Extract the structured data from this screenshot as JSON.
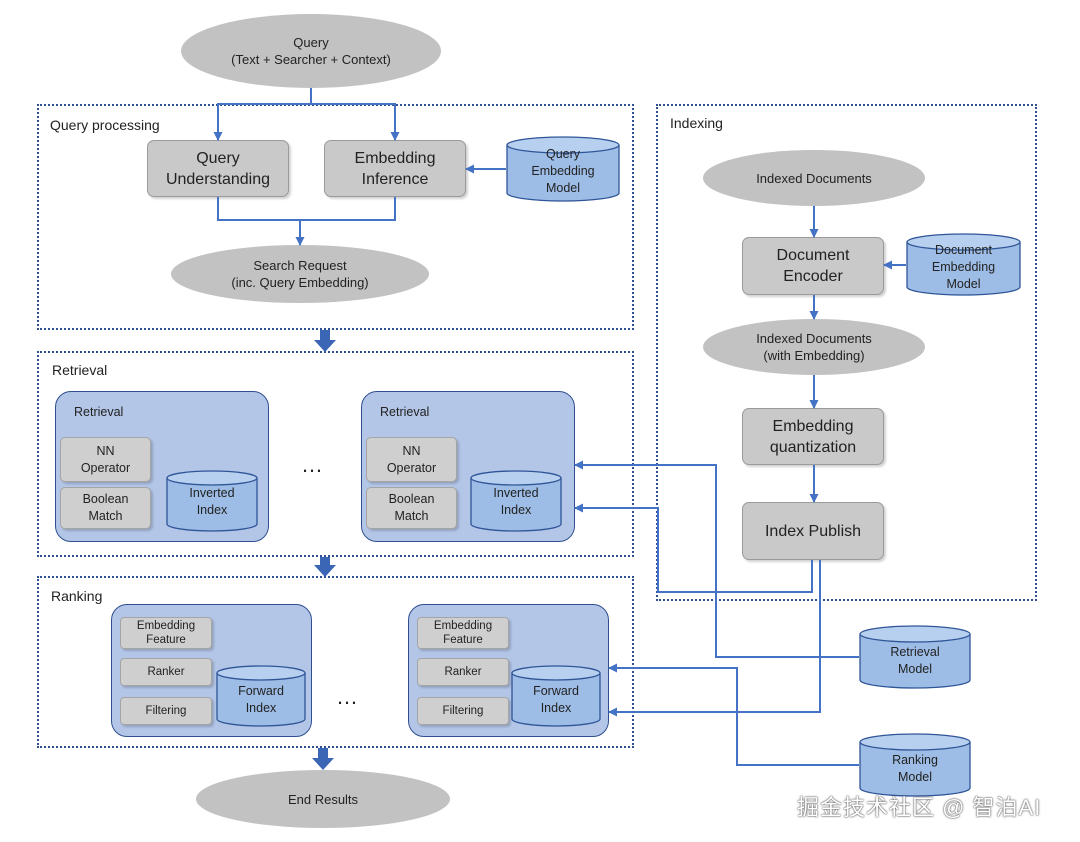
{
  "query": "Query\n(Text + Searcher + Context)",
  "query_processing": {
    "title": "Query processing",
    "query_understanding": "Query\nUnderstanding",
    "embedding_inference": "Embedding\nInference",
    "query_embedding_model": "Query\nEmbedding\nModel",
    "search_request": "Search Request\n(inc. Query Embedding)"
  },
  "indexing": {
    "title": "Indexing",
    "indexed_documents": "Indexed Documents",
    "document_encoder": "Document\nEncoder",
    "document_embedding_model": "Document\nEmbedding\nModel",
    "indexed_documents_embedding": "Indexed Documents\n(with Embedding)",
    "embedding_quantization": "Embedding\nquantization",
    "index_publish": "Index Publish"
  },
  "retrieval": {
    "title": "Retrieval",
    "node_title": "Retrieval",
    "nn_operator": "NN\nOperator",
    "boolean_match": "Boolean\nMatch",
    "inverted_index": "Inverted\nIndex",
    "ellipsis": "…"
  },
  "ranking": {
    "title": "Ranking",
    "embedding_feature": "Embedding\nFeature",
    "ranker": "Ranker",
    "filtering": "Filtering",
    "forward_index": "Forward\nIndex",
    "ellipsis": "…"
  },
  "retrieval_model": "Retrieval\nModel",
  "ranking_model": "Ranking\nModel",
  "end_results": "End Results",
  "watermark": "掘金技术社区 @ 智泊AI",
  "colors": {
    "arrow": "#4472c4",
    "fat_arrow": "#3a66b5",
    "region_border": "#2f4f8f",
    "container_fill": "#b3c6e7",
    "cylinder_fill": "#9dbde6",
    "cylinder_top": "#b8d0ef",
    "box_fill": "#c9c9c9",
    "ellipse_fill": "#c2c2c2"
  }
}
